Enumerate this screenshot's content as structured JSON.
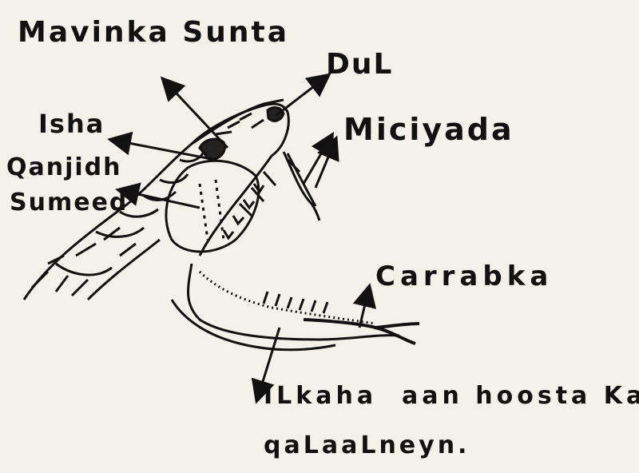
{
  "labels": {
    "mavinka_sunta": "Mavinka Sunta",
    "dul": "DuL",
    "isha": "Isha",
    "miciyada": "Miciyada",
    "qanjidh": "Qanjidh",
    "sumeed": "Sumeed",
    "carrabka": "Carrabka",
    "ilkaha": "ILkaha  aan hoosta Ka",
    "qalaalneyn": "qaLaaLneyn."
  }
}
